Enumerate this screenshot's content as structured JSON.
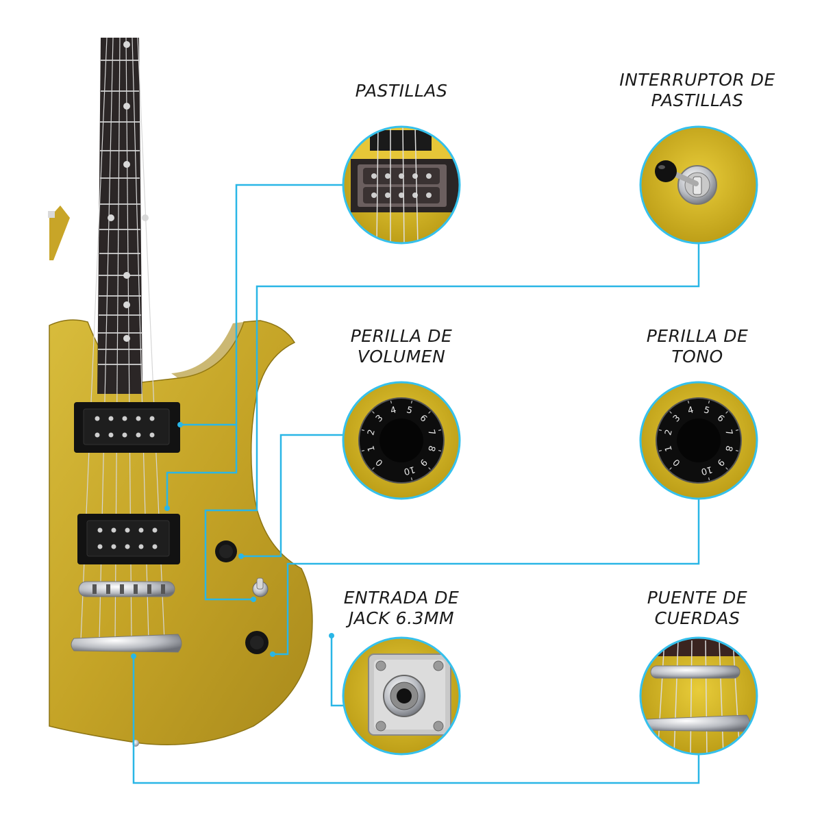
{
  "callouts": {
    "pickups": "PASTILLAS",
    "pickup_switch": "INTERRUPTOR DE\nPASTILLAS",
    "volume_knob": "PERILLA DE\nVOLUMEN",
    "tone_knob": "PERILLA DE\nTONO",
    "jack_input": "ENTRADA DE\nJACK 6.3MM",
    "bridge": "PUENTE DE\nCUERDAS"
  },
  "knob_numbers": [
    "0",
    "1",
    "2",
    "3",
    "4",
    "5",
    "6",
    "7",
    "8",
    "9",
    "10"
  ],
  "colors": {
    "line": "#29b6e6",
    "body": "#c9a92a",
    "fretboard": "#2b2626",
    "ring": "#35c0ec"
  }
}
